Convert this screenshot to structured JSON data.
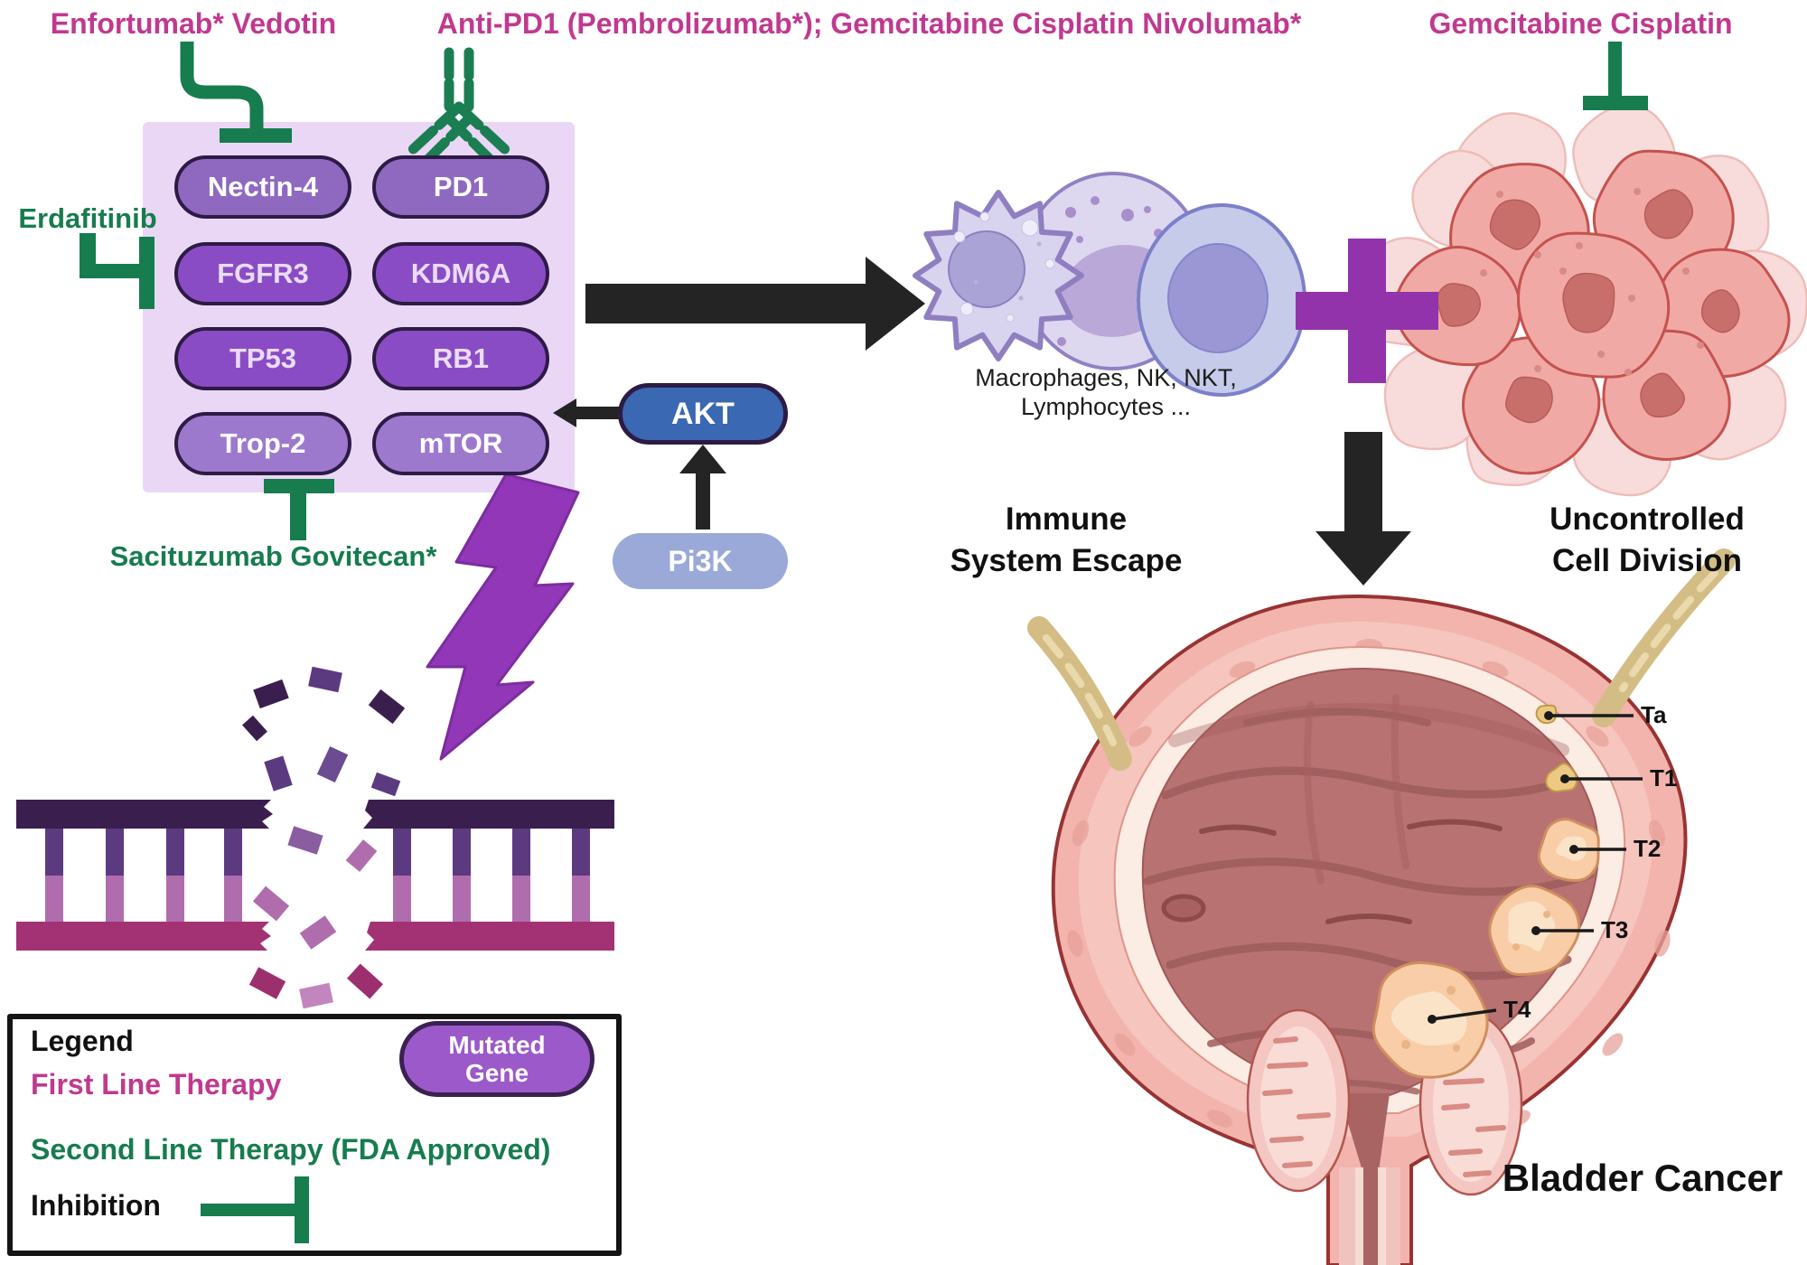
{
  "titles": {
    "enfortumab": "Enfortumab* Vedotin",
    "anti_pd1_combo": "Anti-PD1 (Pembrolizumab*); Gemcitabine Cisplatin Nivolumab*",
    "gemcitabine_right": "Gemcitabine Cisplatin",
    "erdafitinib": "Erdafitinib",
    "sacituzumab": "Sacituzumab Govitecan*"
  },
  "mutated_genes": [
    {
      "label": "Nectin-4",
      "tone": "medium"
    },
    {
      "label": "PD1",
      "tone": "medium"
    },
    {
      "label": "FGFR3",
      "tone": "dark"
    },
    {
      "label": "KDM6A",
      "tone": "dark"
    },
    {
      "label": "TP53",
      "tone": "dark"
    },
    {
      "label": "RB1",
      "tone": "dark"
    },
    {
      "label": "Trop-2",
      "tone": "light"
    },
    {
      "label": "mTOR",
      "tone": "light"
    }
  ],
  "signaling": {
    "akt": "AKT",
    "pi3k": "Pi3K"
  },
  "immune_cells_caption": {
    "line1": "Macrophages, NK, NKT,",
    "line2": "Lymphocytes ..."
  },
  "outcomes": {
    "immune_escape": {
      "line1": "Immune",
      "line2": "System Escape"
    },
    "uncontrolled_division": {
      "line1": "Uncontrolled",
      "line2": "Cell Division"
    },
    "bladder_cancer": "Bladder Cancer"
  },
  "tumor_stages": [
    "Ta",
    "T1",
    "T2",
    "T3",
    "T4"
  ],
  "legend": {
    "title": "Legend",
    "first_line": "First Line Therapy",
    "second_line": "Second Line Therapy (FDA Approved)",
    "inhibition": "Inhibition",
    "mutated_gene": {
      "line1": "Mutated",
      "line2": "Gene"
    }
  },
  "colors": {
    "first_line_therapy": "#c0398f",
    "second_line_therapy": "#177c4e",
    "mutated_gene_fill": "#9b59c9",
    "gene_box_bg": "#ead7f6",
    "akt_fill": "#3a68b2",
    "pi3k_fill": "#9aa9d8",
    "arrow_black": "#242424",
    "plus_purple": "#9233ab",
    "lightning_purple": "#9137b8"
  }
}
